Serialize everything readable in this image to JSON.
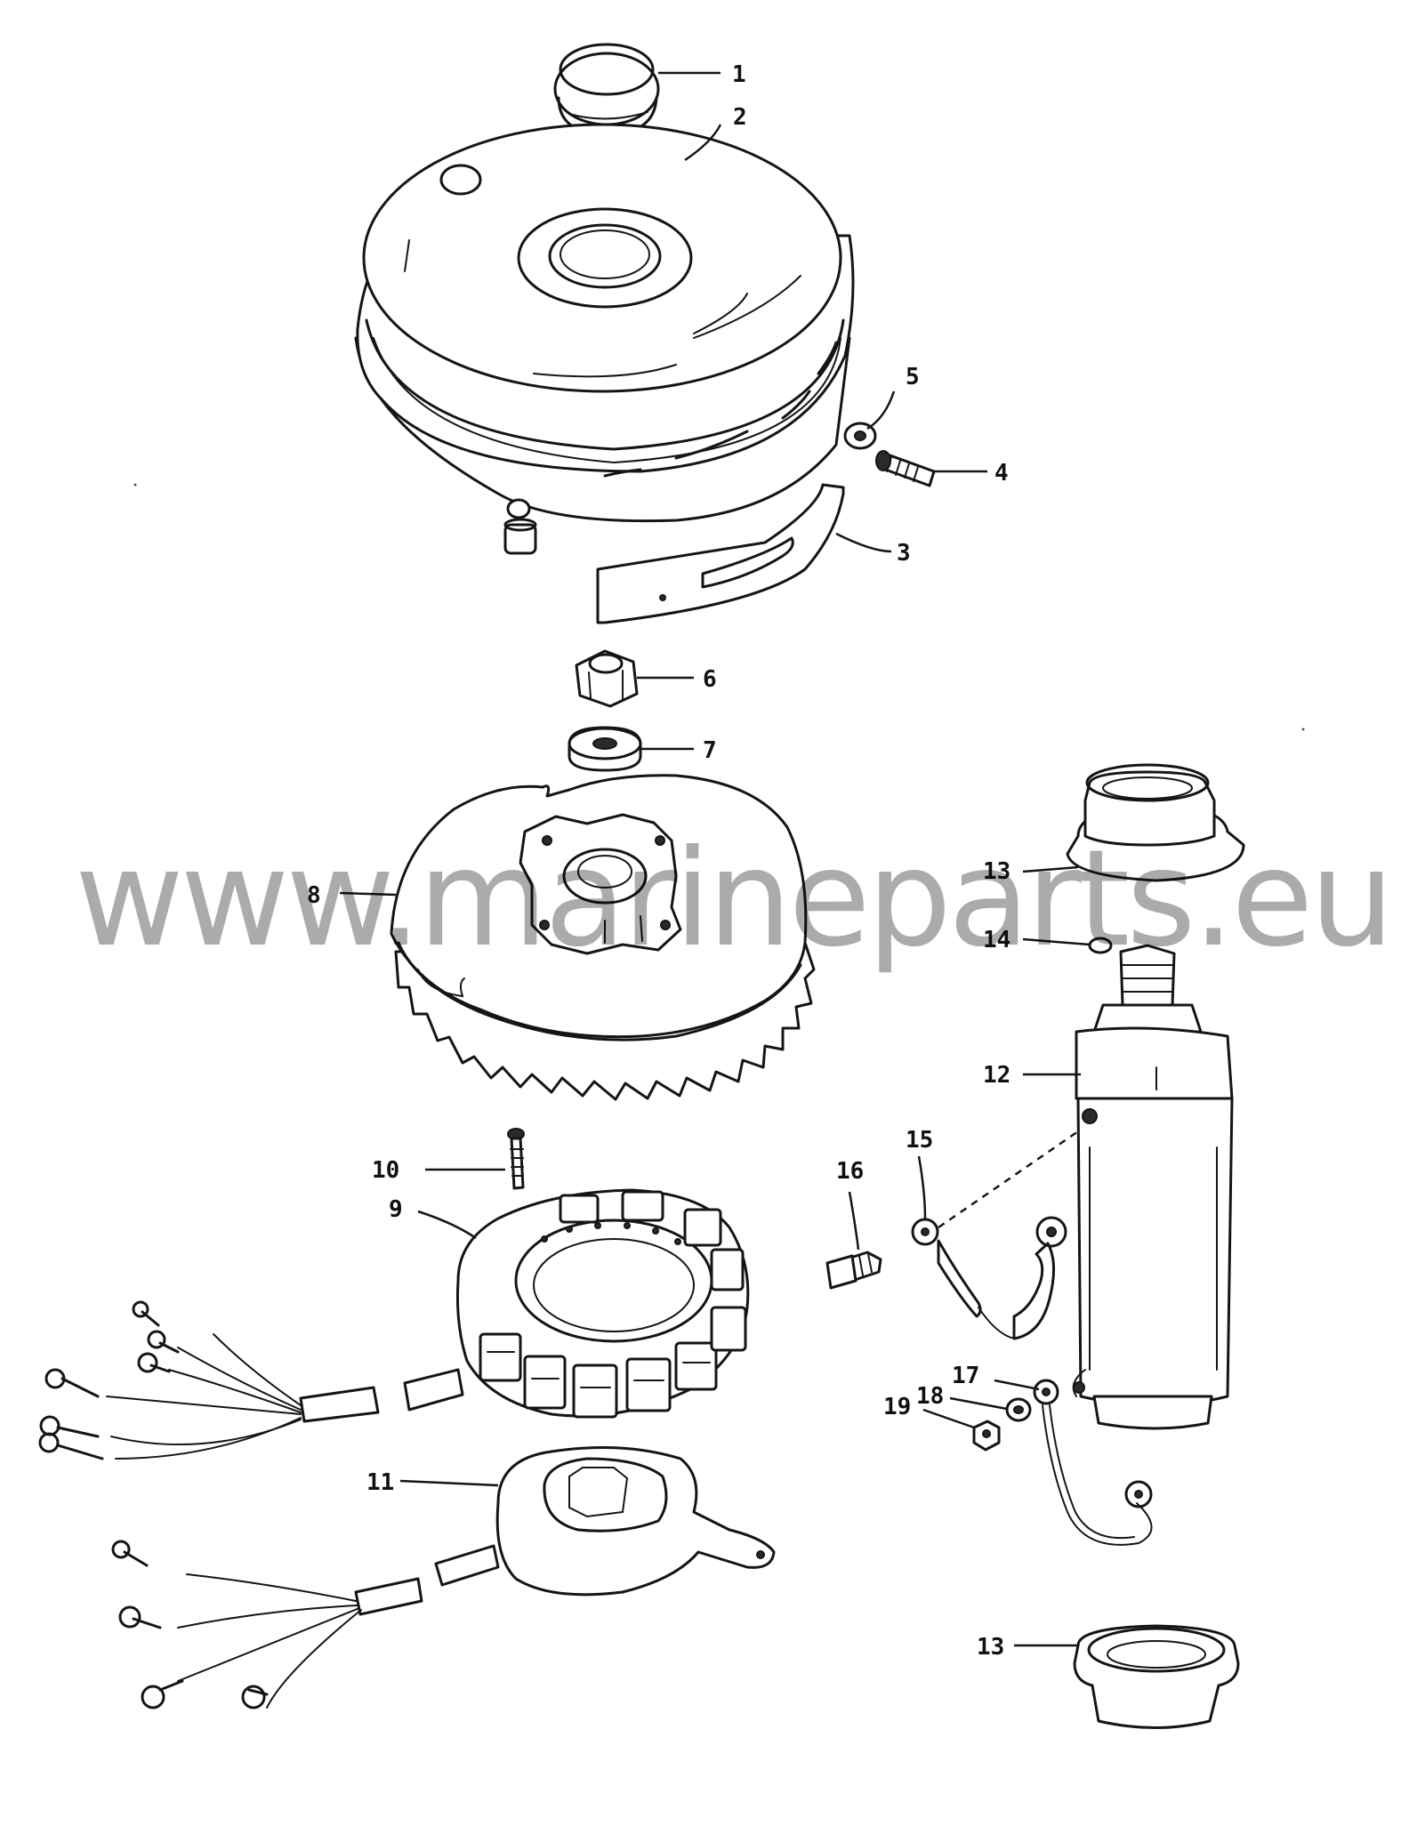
{
  "watermark": "www.marineparts.eu",
  "callouts": [
    {
      "id": "1",
      "label": "1"
    },
    {
      "id": "2",
      "label": "2"
    },
    {
      "id": "3",
      "label": "3"
    },
    {
      "id": "4",
      "label": "4"
    },
    {
      "id": "5",
      "label": "5"
    },
    {
      "id": "6",
      "label": "6"
    },
    {
      "id": "7",
      "label": "7"
    },
    {
      "id": "8",
      "label": "8"
    },
    {
      "id": "9",
      "label": "9"
    },
    {
      "id": "10",
      "label": "10"
    },
    {
      "id": "11",
      "label": "11"
    },
    {
      "id": "12",
      "label": "12"
    },
    {
      "id": "13a",
      "label": "13"
    },
    {
      "id": "13b",
      "label": "13"
    },
    {
      "id": "14",
      "label": "14"
    },
    {
      "id": "15",
      "label": "15"
    },
    {
      "id": "16",
      "label": "16"
    },
    {
      "id": "17",
      "label": "17"
    },
    {
      "id": "18",
      "label": "18"
    },
    {
      "id": "19",
      "label": "19"
    }
  ]
}
